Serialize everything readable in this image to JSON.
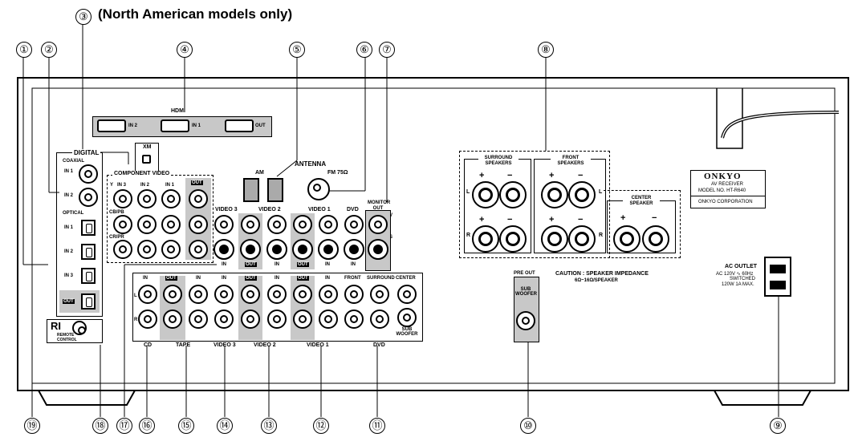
{
  "header": {
    "note": "(North American models only)"
  },
  "callouts": [
    "①",
    "②",
    "③",
    "④",
    "⑤",
    "⑥",
    "⑦",
    "⑧",
    "⑨",
    "⑩",
    "⑪",
    "⑫",
    "⑬",
    "⑭",
    "⑮",
    "⑯",
    "⑰",
    "⑱",
    "⑲"
  ],
  "hdmi": {
    "title": "HDMI",
    "in2": "IN 2",
    "in1": "IN 1",
    "out": "OUT"
  },
  "xm": {
    "label": "XM"
  },
  "antenna": {
    "title": "ANTENNA",
    "am": "AM",
    "fm": "FM 75Ω"
  },
  "digital": {
    "title": "DIGITAL",
    "coaxial": "COAXIAL",
    "in1": "IN 1",
    "in2": "IN 2",
    "optical": "OPTICAL",
    "opt_in1": "IN 1",
    "opt_in2": "IN 2",
    "opt_in3": "IN 3",
    "opt_out": "OUT",
    "ri": "RI",
    "remote": "REMOTE CONTROL"
  },
  "component": {
    "title": "COMPONENT VIDEO",
    "in3": "IN 3",
    "in2": "IN 2",
    "in1": "IN 1",
    "out": "OUT",
    "y": "Y",
    "cb": "CB/PB",
    "cr": "CR/PR"
  },
  "video_top": {
    "video3": "VIDEO 3",
    "video2": "VIDEO 2",
    "video1": "VIDEO 1",
    "dvd": "DVD",
    "monitor": "MONITOR OUT",
    "v": "V",
    "s": "S",
    "in": "IN",
    "out": "OUT"
  },
  "audio": {
    "in": "IN",
    "out": "OUT",
    "l": "L",
    "r": "R",
    "front": "FRONT",
    "surround": "SURROUND",
    "center": "CENTER",
    "sub": "SUB WOOFER",
    "cd": "CD",
    "tape": "TAPE",
    "video3": "VIDEO 3",
    "video2": "VIDEO 2",
    "video1": "VIDEO 1",
    "dvd": "DVD"
  },
  "preout": {
    "title": "PRE OUT",
    "sub": "SUB WOOFER"
  },
  "caution": {
    "line1": "CAUTION : SPEAKER IMPEDANCE",
    "line2": "6Ω~16Ω/SPEAKER"
  },
  "speakers": {
    "surround": "SURROUND SPEAKERS",
    "front": "FRONT SPEAKERS",
    "center": "CENTER SPEAKER",
    "plus": "+",
    "minus": "−",
    "l": "L",
    "r": "R"
  },
  "badge": {
    "brand": "ONKYO",
    "line1": "AV RECEIVER",
    "line2": "MODEL NO. HT-R640",
    "corp": "ONKYO CORPORATION"
  },
  "ac": {
    "title": "AC OUTLET",
    "line1": "AC 120V ∿ 60Hz",
    "line2": "SWITCHED",
    "line3": "120W 1A MAX."
  }
}
